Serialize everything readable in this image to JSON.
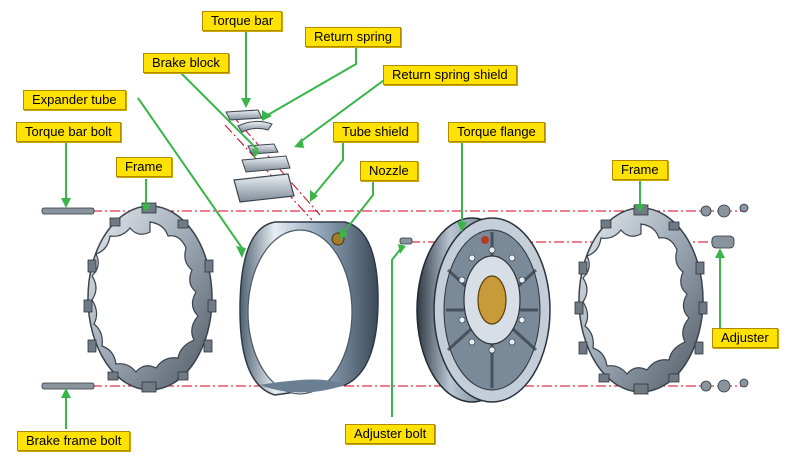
{
  "labels": {
    "torque_bar": "Torque bar",
    "return_spring": "Return spring",
    "brake_block": "Brake block",
    "return_spring_shield": "Return spring shield",
    "expander_tube": "Expander tube",
    "torque_bar_bolt": "Torque bar bolt",
    "tube_shield": "Tube shield",
    "torque_flange": "Torque flange",
    "frame_left": "Frame",
    "nozzle": "Nozzle",
    "frame_right": "Frame",
    "adjuster": "Adjuster",
    "adjuster_bolt": "Adjuster bolt",
    "brake_frame_bolt": "Brake frame bolt"
  },
  "colors": {
    "label_fill": "#ffe200",
    "leader_line": "#39b54a",
    "centerline": "#d0021b",
    "metal_light": "#d9dee3",
    "metal_dark": "#56606a",
    "tube_blue": "#8fa7c2"
  }
}
